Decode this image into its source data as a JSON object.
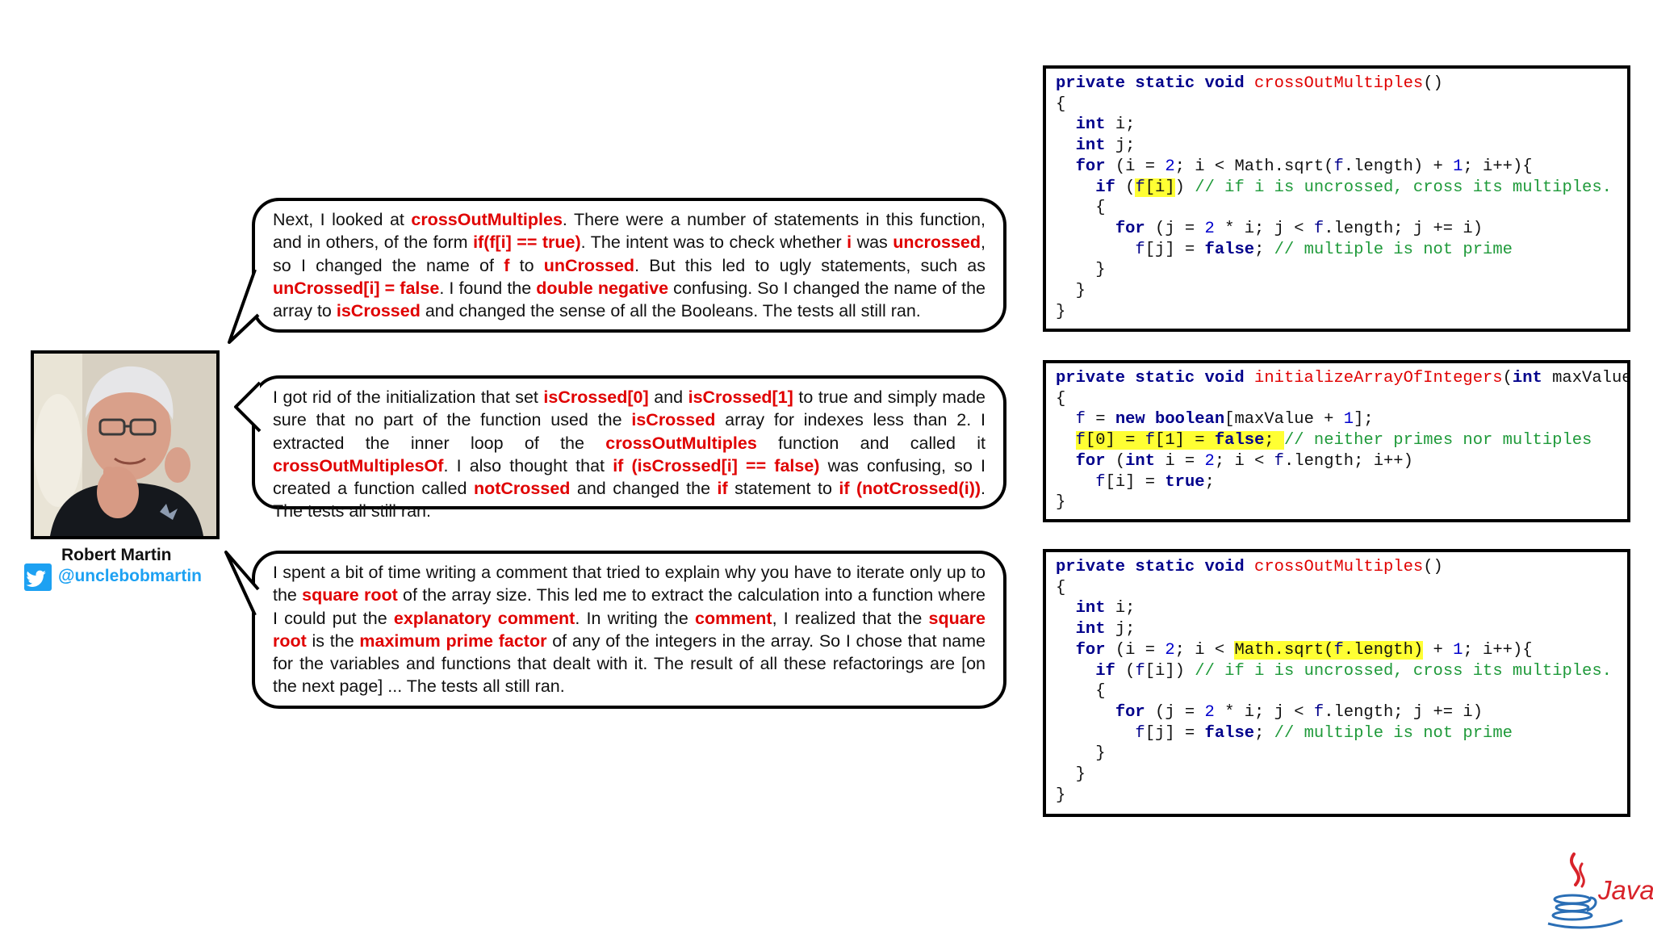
{
  "author": {
    "name": "Robert Martin",
    "twitter": "@unclebobmartin"
  },
  "bubbles": [
    {
      "segments": [
        {
          "t": "Next, I looked at "
        },
        {
          "t": "crossOutMultiples",
          "h": true
        },
        {
          "t": ". There were a number of statements in this function, and in others, of the form "
        },
        {
          "t": "if(f[i] == true)",
          "h": true
        },
        {
          "t": ". The intent was to check whether "
        },
        {
          "t": "i",
          "h": true
        },
        {
          "t": " was "
        },
        {
          "t": "uncrossed",
          "h": true
        },
        {
          "t": ", so I changed the name of "
        },
        {
          "t": "f",
          "h": true
        },
        {
          "t": " to "
        },
        {
          "t": "unCrossed",
          "h": true
        },
        {
          "t": ". But this led to ugly statements, such as "
        },
        {
          "t": "unCrossed[i] = false",
          "h": true
        },
        {
          "t": ". I found the "
        },
        {
          "t": "double negative",
          "h": true
        },
        {
          "t": " confusing. So I changed the name of the array to "
        },
        {
          "t": "isCrossed",
          "h": true
        },
        {
          "t": " and changed the sense of all the Booleans. The tests all still ran."
        }
      ]
    },
    {
      "segments": [
        {
          "t": "I got rid of the initialization that set "
        },
        {
          "t": "isCrossed[0]",
          "h": true
        },
        {
          "t": " and "
        },
        {
          "t": "isCrossed[1]",
          "h": true
        },
        {
          "t": " to true and simply made sure that no part of the function used the "
        },
        {
          "t": "isCrossed",
          "h": true
        },
        {
          "t": " array for indexes less than 2. I extracted the inner loop of the "
        },
        {
          "t": "crossOutMultiples",
          "h": true
        },
        {
          "t": " function and called it "
        },
        {
          "t": "crossOutMultiplesOf",
          "h": true
        },
        {
          "t": ". I also thought that "
        },
        {
          "t": "if (isCrossed[i] == false)",
          "h": true
        },
        {
          "t": " was confusing, so I created a function called "
        },
        {
          "t": "notCrossed",
          "h": true
        },
        {
          "t": " and changed the "
        },
        {
          "t": "if",
          "h": true
        },
        {
          "t": " statement to "
        },
        {
          "t": "if (notCrossed(i))",
          "h": true
        },
        {
          "t": ". The tests all still ran."
        }
      ]
    },
    {
      "segments": [
        {
          "t": "I spent a bit of time writing a comment that tried to explain why you have to iterate only up to the "
        },
        {
          "t": "square root",
          "h": true
        },
        {
          "t": " of the array size. This led me to extract the calculation into a function where I could put the "
        },
        {
          "t": "explanatory comment",
          "h": true
        },
        {
          "t": ". In writing the "
        },
        {
          "t": "comment",
          "h": true
        },
        {
          "t": ", I realized that the "
        },
        {
          "t": "square root",
          "h": true
        },
        {
          "t": " is the "
        },
        {
          "t": "maximum prime factor",
          "h": true
        },
        {
          "t": " of any of the integers in the array. So I chose that name for the variables and functions that dealt with it. The result of all these refactorings are [on the next page] ... The tests all still ran."
        }
      ]
    }
  ],
  "code_blocks": [
    {
      "lines": [
        [
          {
            "t": "private static void ",
            "c": "kw"
          },
          {
            "t": "crossOutMultiples",
            "c": "fn"
          },
          {
            "t": "()"
          }
        ],
        [
          {
            "t": "{"
          }
        ],
        [
          {
            "t": "  "
          },
          {
            "t": "int",
            "c": "kw"
          },
          {
            "t": " i;"
          }
        ],
        [
          {
            "t": "  "
          },
          {
            "t": "int",
            "c": "kw"
          },
          {
            "t": " j;"
          }
        ],
        [
          {
            "t": "  "
          },
          {
            "t": "for",
            "c": "kw"
          },
          {
            "t": " (i = "
          },
          {
            "t": "2",
            "c": "num"
          },
          {
            "t": "; i < Math.sqrt("
          },
          {
            "t": "f",
            "c": "var"
          },
          {
            "t": ".length) + "
          },
          {
            "t": "1",
            "c": "num"
          },
          {
            "t": "; i++){"
          }
        ],
        [
          {
            "t": "    "
          },
          {
            "t": "if",
            "c": "kw"
          },
          {
            "t": " ("
          },
          {
            "t": "f",
            "c": "var",
            "m": true
          },
          {
            "t": "[i]",
            "m": true
          },
          {
            "t": ") "
          },
          {
            "t": "// if i is uncrossed, cross its multiples.",
            "c": "cm"
          }
        ],
        [
          {
            "t": "    {"
          }
        ],
        [
          {
            "t": "      "
          },
          {
            "t": "for",
            "c": "kw"
          },
          {
            "t": " (j = "
          },
          {
            "t": "2",
            "c": "num"
          },
          {
            "t": " * i; j < "
          },
          {
            "t": "f",
            "c": "var"
          },
          {
            "t": ".length; j += i)"
          }
        ],
        [
          {
            "t": "        "
          },
          {
            "t": "f",
            "c": "var"
          },
          {
            "t": "[j] = "
          },
          {
            "t": "false",
            "c": "kw"
          },
          {
            "t": "; "
          },
          {
            "t": "// multiple is not prime",
            "c": "cm"
          }
        ],
        [
          {
            "t": "    }"
          }
        ],
        [
          {
            "t": "  }"
          }
        ],
        [
          {
            "t": "}"
          }
        ]
      ]
    },
    {
      "lines": [
        [
          {
            "t": "private static void ",
            "c": "kw"
          },
          {
            "t": "initializeArrayOfIntegers",
            "c": "fn"
          },
          {
            "t": "("
          },
          {
            "t": "int",
            "c": "kw"
          },
          {
            "t": " maxValue)"
          }
        ],
        [
          {
            "t": "{"
          }
        ],
        [
          {
            "t": "  "
          },
          {
            "t": "f",
            "c": "var"
          },
          {
            "t": " = "
          },
          {
            "t": "new boolean",
            "c": "kw"
          },
          {
            "t": "[maxValue + "
          },
          {
            "t": "1",
            "c": "num"
          },
          {
            "t": "];"
          }
        ],
        [
          {
            "t": "  "
          },
          {
            "t": "f",
            "c": "var",
            "m": true
          },
          {
            "t": "[0] = ",
            "m": true
          },
          {
            "t": "f",
            "c": "var",
            "m": true
          },
          {
            "t": "[1] = ",
            "m": true
          },
          {
            "t": "false",
            "c": "kw",
            "m": true
          },
          {
            "t": "; ",
            "m": true
          },
          {
            "t": "// neither primes nor multiples",
            "c": "cm"
          }
        ],
        [
          {
            "t": "  "
          },
          {
            "t": "for",
            "c": "kw"
          },
          {
            "t": " ("
          },
          {
            "t": "int",
            "c": "kw"
          },
          {
            "t": " i = "
          },
          {
            "t": "2",
            "c": "num"
          },
          {
            "t": "; i < "
          },
          {
            "t": "f",
            "c": "var"
          },
          {
            "t": ".length; i++)"
          }
        ],
        [
          {
            "t": "    "
          },
          {
            "t": "f",
            "c": "var"
          },
          {
            "t": "[i] = "
          },
          {
            "t": "true",
            "c": "kw"
          },
          {
            "t": ";"
          }
        ],
        [
          {
            "t": "}"
          }
        ]
      ]
    },
    {
      "lines": [
        [
          {
            "t": "private static void ",
            "c": "kw"
          },
          {
            "t": "crossOutMultiples",
            "c": "fn"
          },
          {
            "t": "()"
          }
        ],
        [
          {
            "t": "{"
          }
        ],
        [
          {
            "t": "  "
          },
          {
            "t": "int",
            "c": "kw"
          },
          {
            "t": " i;"
          }
        ],
        [
          {
            "t": "  "
          },
          {
            "t": "int",
            "c": "kw"
          },
          {
            "t": " j;"
          }
        ],
        [
          {
            "t": "  "
          },
          {
            "t": "for",
            "c": "kw"
          },
          {
            "t": " (i = "
          },
          {
            "t": "2",
            "c": "num"
          },
          {
            "t": "; i < "
          },
          {
            "t": "Math.sqrt(",
            "m": true
          },
          {
            "t": "f",
            "c": "var",
            "m": true
          },
          {
            "t": ".length)",
            "m": true
          },
          {
            "t": " + "
          },
          {
            "t": "1",
            "c": "num"
          },
          {
            "t": "; i++){"
          }
        ],
        [
          {
            "t": "    "
          },
          {
            "t": "if",
            "c": "kw"
          },
          {
            "t": " ("
          },
          {
            "t": "f",
            "c": "var"
          },
          {
            "t": "[i]) "
          },
          {
            "t": "// if i is uncrossed, cross its multiples.",
            "c": "cm"
          }
        ],
        [
          {
            "t": "    {"
          }
        ],
        [
          {
            "t": "      "
          },
          {
            "t": "for",
            "c": "kw"
          },
          {
            "t": " (j = "
          },
          {
            "t": "2",
            "c": "num"
          },
          {
            "t": " * i; j < "
          },
          {
            "t": "f",
            "c": "var"
          },
          {
            "t": ".length; j += i)"
          }
        ],
        [
          {
            "t": "        "
          },
          {
            "t": "f",
            "c": "var"
          },
          {
            "t": "[j] = "
          },
          {
            "t": "false",
            "c": "kw"
          },
          {
            "t": "; "
          },
          {
            "t": "// multiple is not prime",
            "c": "cm"
          }
        ],
        [
          {
            "t": "    }"
          }
        ],
        [
          {
            "t": "  }"
          }
        ],
        [
          {
            "t": "}"
          }
        ]
      ]
    }
  ],
  "logo": {
    "label": "Java"
  },
  "colors": {
    "highlight_text": "#e00000",
    "keyword": "#00008b",
    "comment": "#1f9a3a",
    "marker": "#ffff33",
    "twitter": "#1da1f2",
    "java_red": "#d8232a",
    "java_blue": "#2a6eb5"
  }
}
